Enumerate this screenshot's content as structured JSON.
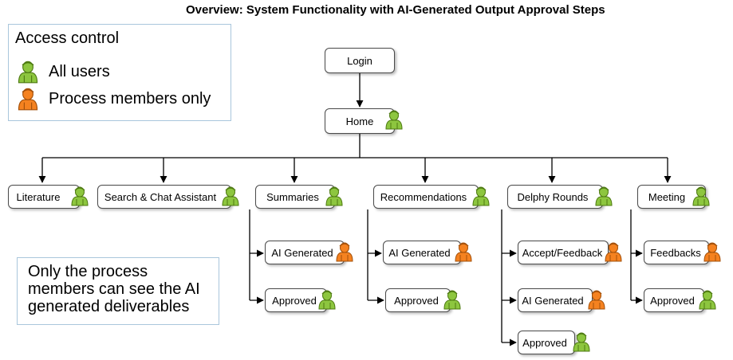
{
  "title": "Overview: System Functionality with AI-Generated Output Approval Steps",
  "legend": {
    "heading": "Access control",
    "items": [
      {
        "label": "All users",
        "icon": "user-green-icon",
        "color": "#8dc63f"
      },
      {
        "label": "Process members only",
        "icon": "user-orange-icon",
        "color": "#f58220"
      }
    ]
  },
  "note": {
    "lines": [
      "Only the process",
      "members can see the AI",
      "generated deliverables"
    ]
  },
  "colors": {
    "all_users": "#8dc63f",
    "all_users_stroke": "#4e7a12",
    "process_members": "#f58220",
    "process_members_stroke": "#a3500a",
    "connector": "#000000"
  },
  "nodes": {
    "login": {
      "label": "Login"
    },
    "home": {
      "label": "Home",
      "access": "all"
    },
    "literature": {
      "label": "Literature",
      "access": "all"
    },
    "search": {
      "label": "Search & Chat Assistant",
      "access": "all"
    },
    "summaries": {
      "label": "Summaries",
      "access": "all"
    },
    "summaries_ai": {
      "label": "AI Generated",
      "access": "process"
    },
    "summaries_approved": {
      "label": "Approved",
      "access": "all"
    },
    "recommendations": {
      "label": "Recommendations",
      "access": "all"
    },
    "recommendations_ai": {
      "label": "AI Generated",
      "access": "process"
    },
    "recommendations_approved": {
      "label": "Approved",
      "access": "all"
    },
    "delphy": {
      "label": "Delphy Rounds",
      "access": "all"
    },
    "delphy_accept": {
      "label": "Accept/Feedback",
      "access": "process"
    },
    "delphy_ai": {
      "label": "AI Generated",
      "access": "process"
    },
    "delphy_approved": {
      "label": "Approved",
      "access": "all"
    },
    "meeting": {
      "label": "Meeting",
      "access": "all"
    },
    "meeting_feedbacks": {
      "label": "Feedbacks",
      "access": "process"
    },
    "meeting_approved": {
      "label": "Approved",
      "access": "all"
    }
  }
}
